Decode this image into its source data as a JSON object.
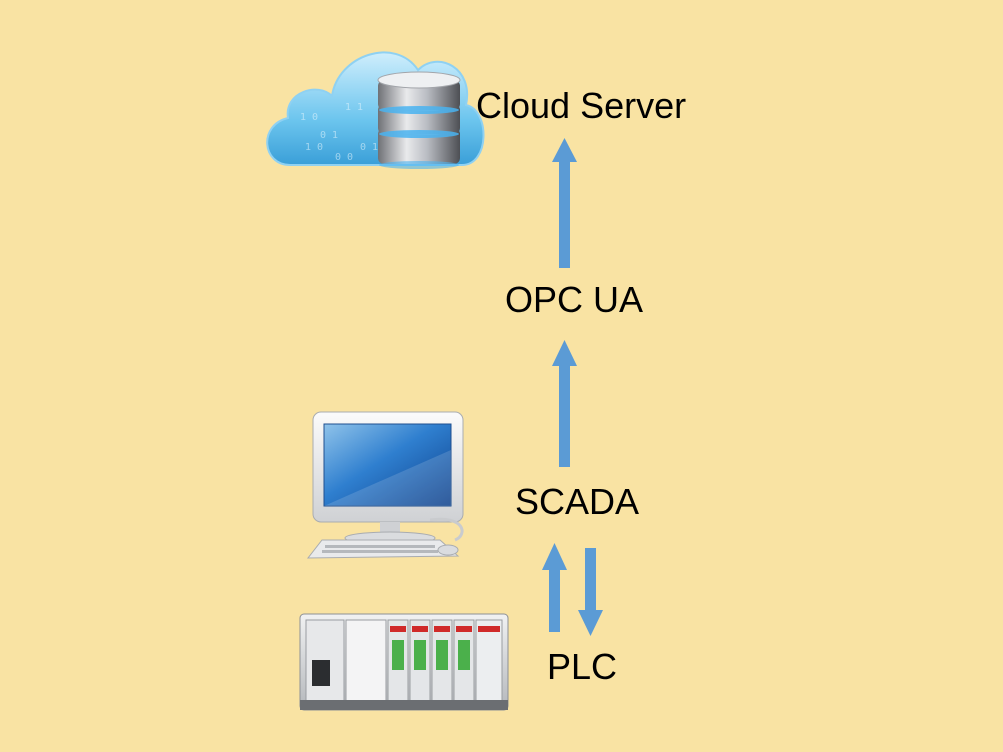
{
  "diagram": {
    "nodes": [
      {
        "id": "cloud",
        "label": "Cloud Server",
        "icon": "cloud-server-icon"
      },
      {
        "id": "opc",
        "label": "OPC UA"
      },
      {
        "id": "scada",
        "label": "SCADA",
        "icon": "computer-icon"
      },
      {
        "id": "plc",
        "label": "PLC",
        "icon": "plc-rack-icon"
      }
    ],
    "edges": [
      {
        "from": "opc",
        "to": "cloud"
      },
      {
        "from": "scada",
        "to": "opc"
      },
      {
        "from": "plc",
        "to": "scada"
      },
      {
        "from": "scada",
        "to": "plc"
      }
    ],
    "colors": {
      "background": "#f9e3a3",
      "arrow": "#5b9bd5"
    }
  }
}
